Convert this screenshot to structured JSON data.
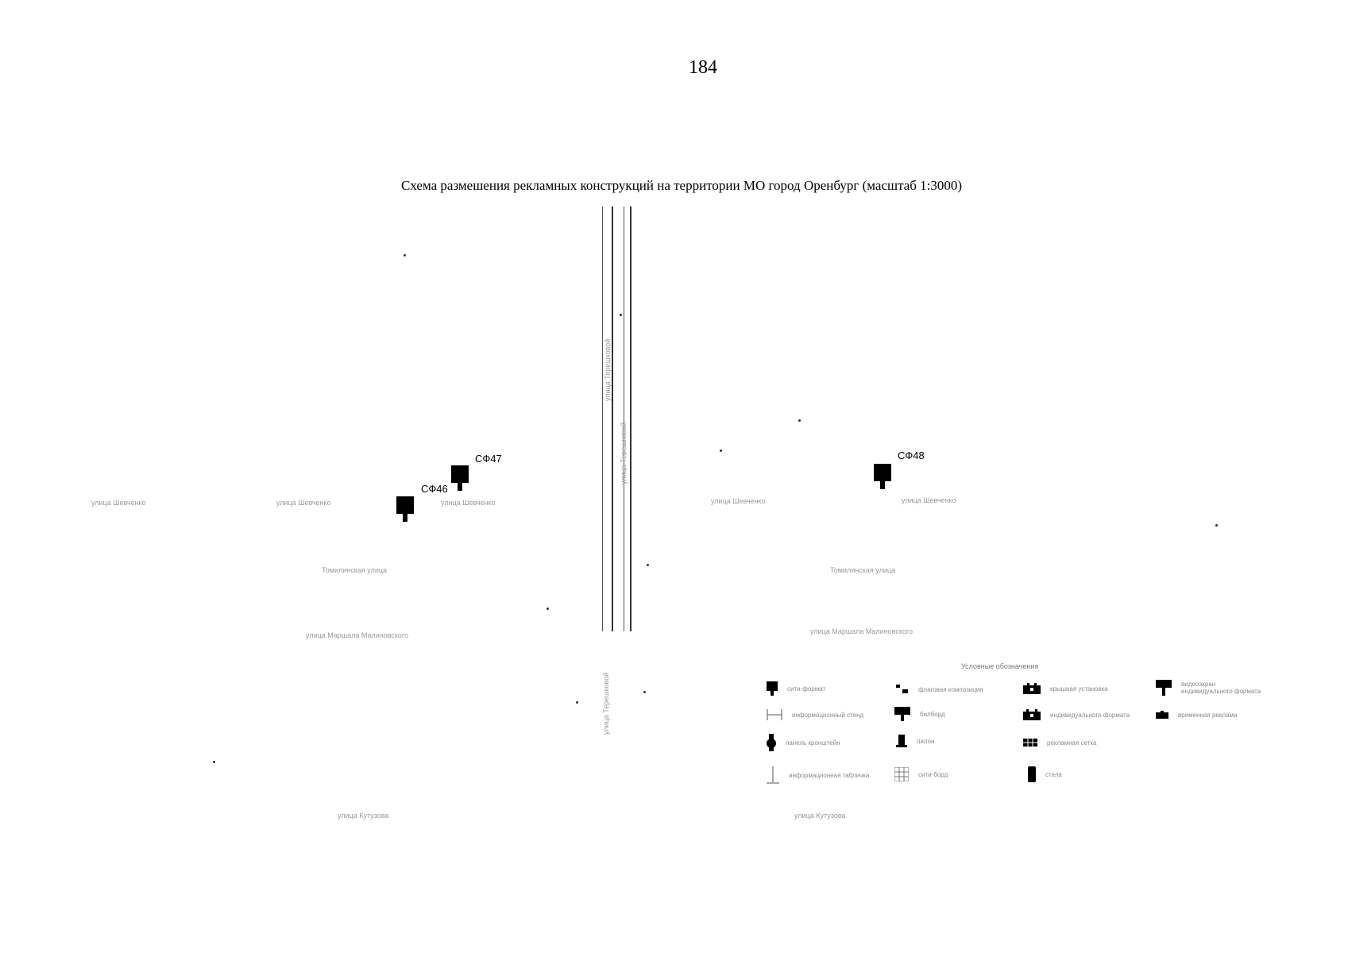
{
  "page_number": "184",
  "title": "Схема размешения рекламных конструкций на территории МО город Оренбург (масштаб 1:3000)",
  "markers": [
    {
      "id": "СФ46"
    },
    {
      "id": "СФ47"
    },
    {
      "id": "СФ48"
    }
  ],
  "streets": [
    "улица Терешковой",
    "улица Терешковой",
    "улица Терешковой",
    "улица Шевченко",
    "улица Шевченко",
    "улица Шевченко",
    "улица Шевченко",
    "улица Шевченко",
    "Томилинская улица",
    "Томилинская улица",
    "улица Маршала Малиновского",
    "улица Маршала Малиновского",
    "улица Кутузова",
    "улица Кутузова"
  ],
  "legend": {
    "title": "Условные обозначения",
    "items": [
      {
        "icon": "sity-format-icon",
        "label": "сити-формат"
      },
      {
        "icon": "flag-composition-icon",
        "label": "флаговая композиция"
      },
      {
        "icon": "roof-installation-icon",
        "label": "крышная установка"
      },
      {
        "icon": "video-screen-icon",
        "label": "видеоэкран индивидуального формата"
      },
      {
        "icon": "info-stand-icon",
        "label": "информационный стенд"
      },
      {
        "icon": "billboard-icon",
        "label": "билборд"
      },
      {
        "icon": "individual-format-icon",
        "label": "индивидуального формата"
      },
      {
        "icon": "temporary-ad-icon",
        "label": "временная реклама"
      },
      {
        "icon": "bracket-panel-icon",
        "label": "панель кронштейн"
      },
      {
        "icon": "pylon-icon",
        "label": "пилон"
      },
      {
        "icon": "mesh-icon",
        "label": "рекламная сетка"
      },
      {
        "icon": "info-table-icon",
        "label": "информационная табличка"
      },
      {
        "icon": "sity-board-icon",
        "label": "сити-борд"
      },
      {
        "icon": "facade-structure-icon",
        "label": "стела"
      }
    ]
  }
}
